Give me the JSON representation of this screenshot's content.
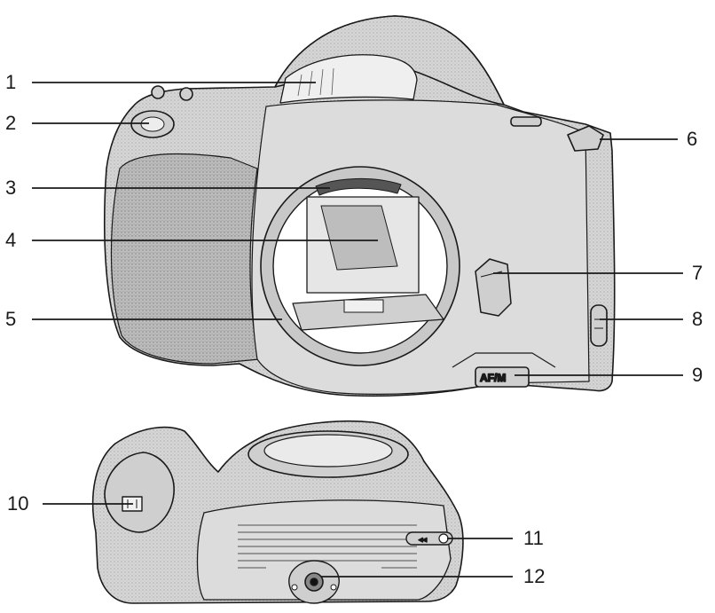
{
  "callouts": [
    {
      "id": "1",
      "label": "1"
    },
    {
      "id": "2",
      "label": "2"
    },
    {
      "id": "3",
      "label": "3"
    },
    {
      "id": "4",
      "label": "4"
    },
    {
      "id": "5",
      "label": "5"
    },
    {
      "id": "6",
      "label": "6"
    },
    {
      "id": "7",
      "label": "7"
    },
    {
      "id": "8",
      "label": "8"
    },
    {
      "id": "9",
      "label": "9"
    },
    {
      "id": "10",
      "label": "10"
    },
    {
      "id": "11",
      "label": "11"
    },
    {
      "id": "12",
      "label": "12"
    }
  ],
  "focus_mode_button": {
    "text": "AF/M"
  },
  "rewind_switch": {
    "text": "◂◂"
  },
  "colors": {
    "ink": "#1a1a1a",
    "body_fill": "#d9d9d9",
    "shadow_fill": "#bdbdbd",
    "paper": "#ffffff"
  }
}
